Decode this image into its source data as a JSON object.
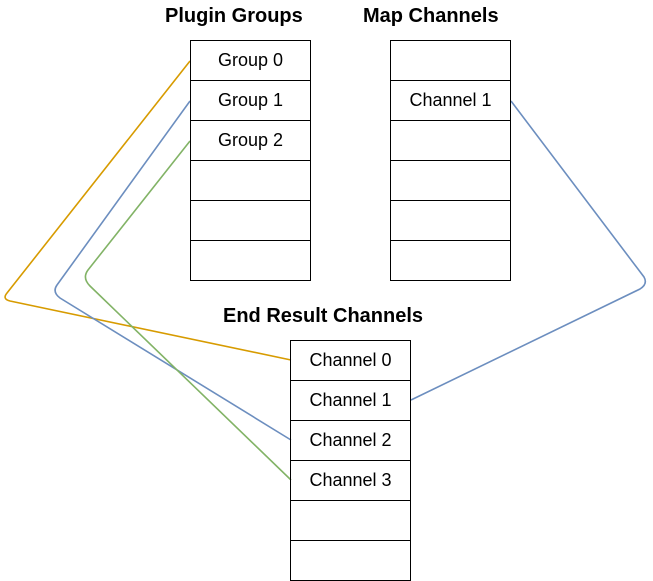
{
  "plugin_groups": {
    "title": "Plugin Groups",
    "rows": [
      "Group 0",
      "Group 1",
      "Group 2",
      "",
      "",
      ""
    ]
  },
  "map_channels": {
    "title": "Map Channels",
    "rows": [
      "",
      "Channel 1",
      "",
      "",
      "",
      ""
    ]
  },
  "end_result": {
    "title": "End Result Channels",
    "rows": [
      "Channel 0",
      "Channel 1",
      "Channel 2",
      "Channel 3",
      "",
      ""
    ]
  },
  "connections": [
    {
      "from": "Group 0",
      "to": "Channel 0",
      "color": "#d79b00"
    },
    {
      "from": "Group 1",
      "to": "Channel 2",
      "color": "#6c8ebf"
    },
    {
      "from": "Group 2",
      "to": "Channel 3",
      "color": "#82b366"
    },
    {
      "from": "Map Channel 1",
      "to": "Channel 1",
      "color": "#6c8ebf"
    }
  ]
}
